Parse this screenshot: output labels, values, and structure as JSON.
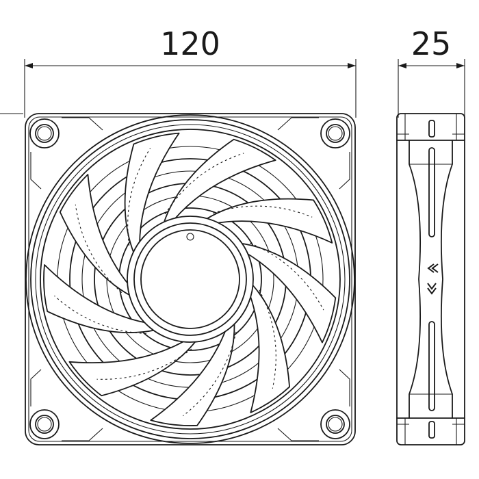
{
  "dimensions": {
    "width_label": "120",
    "depth_label": "25"
  },
  "fan": {
    "blade_count": 9,
    "mount_hole_count": 4,
    "airflow_chevrons": 2
  }
}
